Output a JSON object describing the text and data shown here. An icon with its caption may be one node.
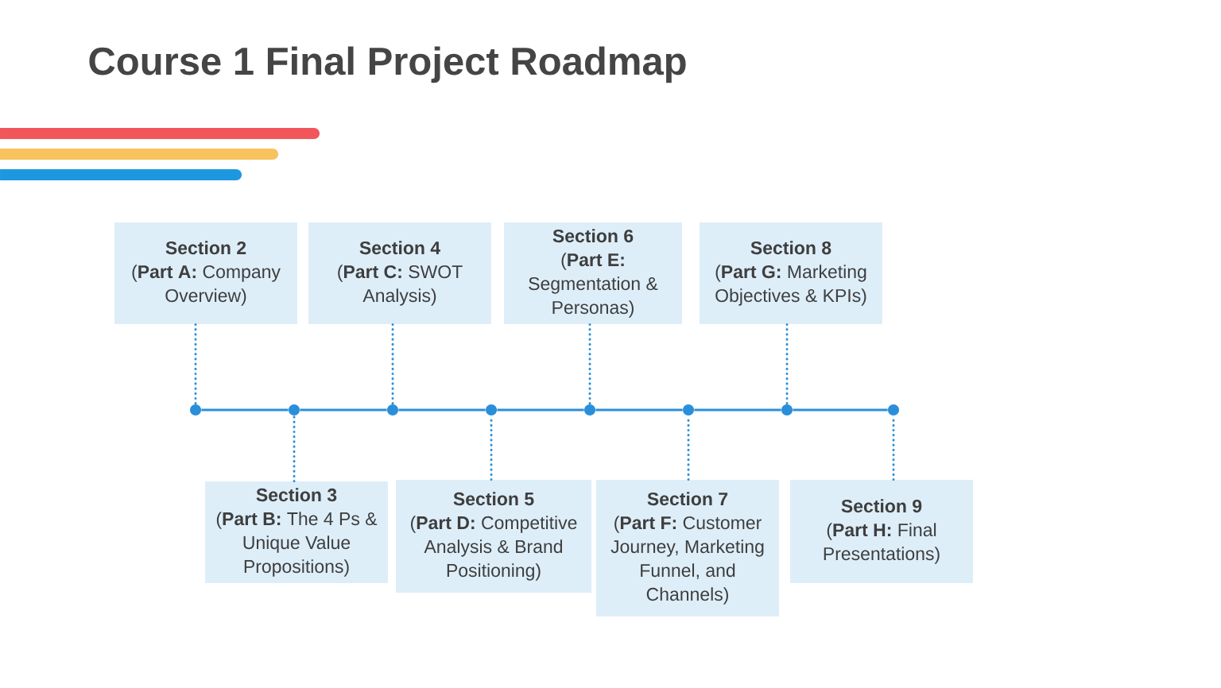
{
  "diagram": {
    "title": "Course 1 Final Project Roadmap",
    "nodes": [
      {
        "text": [
          "Section 2",
          "(**Part A:** Company Overview)"
        ]
      },
      {
        "text": [
          "Section 4",
          "(**Part C:** SWOT Analysis)"
        ]
      },
      {
        "text": [
          "Section 6",
          "(**Part E:** Segmentation & Personas)"
        ]
      },
      {
        "text": [
          "Section 8",
          "(**Part G:** Marketing Objectives & KPIs)"
        ]
      },
      {
        "text": [],
        "shape": "circle"
      },
      {
        "text": [],
        "shape": "circle"
      },
      {
        "text": [],
        "shape": "circle"
      },
      {
        "text": [],
        "shape": "circle"
      },
      {
        "text": [],
        "shape": "circle"
      },
      {
        "text": [],
        "shape": "circle"
      },
      {
        "text": [],
        "shape": "circle"
      },
      {
        "text": [],
        "shape": "circle"
      },
      {
        "text": [
          "Section 3",
          "(**Part B:** The 4 Ps & Unique Value Propositions)"
        ]
      },
      {
        "text": [
          "Section 5",
          "(**Part D:** Competitive Analysis & Brand Positioning)"
        ]
      },
      {
        "text": [
          "Section 7",
          "(**Part F:** Customer Journey, Marketing Funnel, and Channels)"
        ]
      },
      {
        "text": [
          "Section 9",
          "(**Part H:** Final Presentations)"
        ]
      }
    ],
    "edges": [
      {
        "from": 0,
        "to": 4,
        "arrow": "none",
        "style": "dashed"
      },
      {
        "from": 12,
        "to": 5,
        "arrow": "none",
        "style": "dashed"
      },
      {
        "from": 1,
        "to": 6,
        "arrow": "none",
        "style": "dashed"
      },
      {
        "from": 13,
        "to": 7,
        "arrow": "none",
        "style": "dashed"
      },
      {
        "from": 2,
        "to": 8,
        "arrow": "none",
        "style": "dashed"
      },
      {
        "from": 14,
        "to": 9,
        "arrow": "none",
        "style": "dashed"
      },
      {
        "from": 3,
        "to": 10,
        "arrow": "none",
        "style": "dashed"
      },
      {
        "from": 15,
        "to": 11,
        "arrow": "none",
        "style": "dashed"
      },
      {
        "from": 4,
        "to": 5,
        "arrow": "none"
      },
      {
        "from": 5,
        "to": 6,
        "arrow": "none"
      },
      {
        "from": 6,
        "to": 7,
        "arrow": "none"
      },
      {
        "from": 7,
        "to": 8,
        "arrow": "none"
      },
      {
        "from": 8,
        "to": 9,
        "arrow": "none"
      },
      {
        "from": 9,
        "to": 10,
        "arrow": "none"
      },
      {
        "from": 10,
        "to": 11,
        "arrow": "none"
      }
    ]
  }
}
